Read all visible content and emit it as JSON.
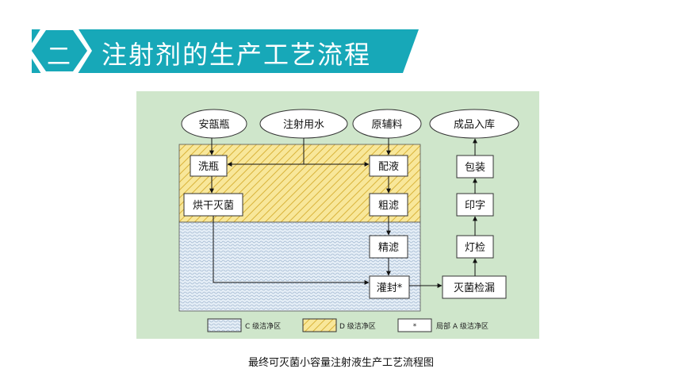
{
  "header": {
    "section_number": "二",
    "title": "注射剂的生产工艺流程",
    "accent_color": "#17a8b8"
  },
  "diagram": {
    "sources": {
      "ampoule": "安瓿瓶",
      "water": "注射用水",
      "materials": "原辅料",
      "warehouse": "成品入库"
    },
    "steps": {
      "wash": "洗瓶",
      "dry_sterilize": "烘干灭菌",
      "mix": "配液",
      "coarse_filter": "粗滤",
      "fine_filter": "精滤",
      "fill_seal": "灌封*",
      "sterilize_leak": "灭菌检漏",
      "light_check": "灯检",
      "print": "印字",
      "pack": "包装"
    },
    "legend": {
      "c_zone": "C 级洁净区",
      "d_zone": "D 级洁净区",
      "star_symbol": "*",
      "a_zone": "局部 A 级洁净区"
    },
    "colors": {
      "background": "#cfe6cb",
      "d_zone_fill": "#f6e48a",
      "c_zone_fill": "#dfe9f3"
    }
  },
  "caption": "最终可灭菌小容量注射液生产工艺流程图"
}
